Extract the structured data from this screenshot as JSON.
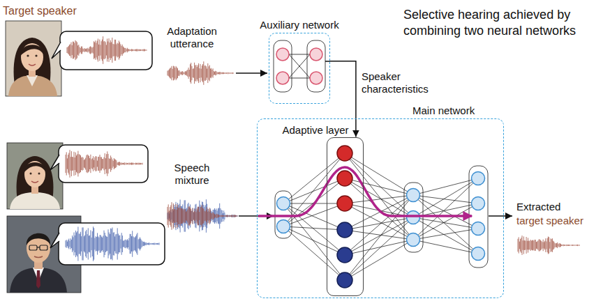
{
  "diagram": {
    "nodes": [
      {
        "text": [
          "Auxiliary network"
        ]
      },
      {
        "text": [
          "Main network"
        ]
      },
      {
        "text": [
          "Adaptive layer"
        ],
        "in": 1
      }
    ],
    "edges": [
      {
        "from": 0,
        "to": 2,
        "arrow": "to",
        "label": "Speaker characteristics"
      }
    ],
    "labels": [
      "Target speaker",
      "Adaptation utterance",
      "Selective hearing achieved by combining two neural networks",
      "Speech mixture",
      "Extracted",
      "target speaker"
    ]
  }
}
